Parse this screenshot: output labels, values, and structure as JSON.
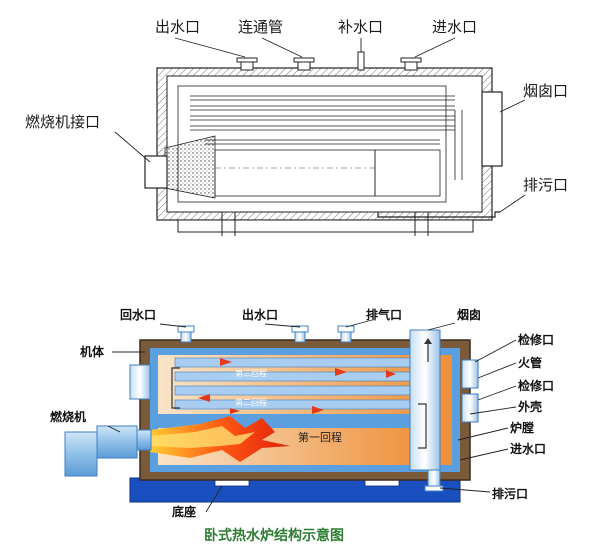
{
  "top_diagram": {
    "labels": {
      "outlet": "出水口",
      "connector": "连通管",
      "makeup": "补水口",
      "inlet": "进水口",
      "burner_port": "燃烧机接口",
      "flue": "烟囱口",
      "drain": "排污口"
    }
  },
  "bottom_diagram": {
    "labels": {
      "return": "回水口",
      "outlet": "出水口",
      "vent": "排气口",
      "chimney": "烟囱",
      "body": "机体",
      "burner": "燃烧机",
      "inspection1": "检修口",
      "fire_tube": "火管",
      "inspection2": "检修口",
      "shell": "外壳",
      "furnace": "炉膛",
      "inlet": "进水口",
      "drain": "排污口",
      "base": "底座"
    },
    "passes": {
      "pass1": "第一回程",
      "pass2": "第二回程",
      "pass3": "第三回程"
    },
    "caption": "卧式热水炉结构示意图"
  },
  "colors": {
    "shell": "#7a5a3a",
    "water_blue": "#5aa0e0",
    "base_blue": "#1a4fc0",
    "flame_red": "#e03010",
    "caption_green": "#2e7d32"
  }
}
